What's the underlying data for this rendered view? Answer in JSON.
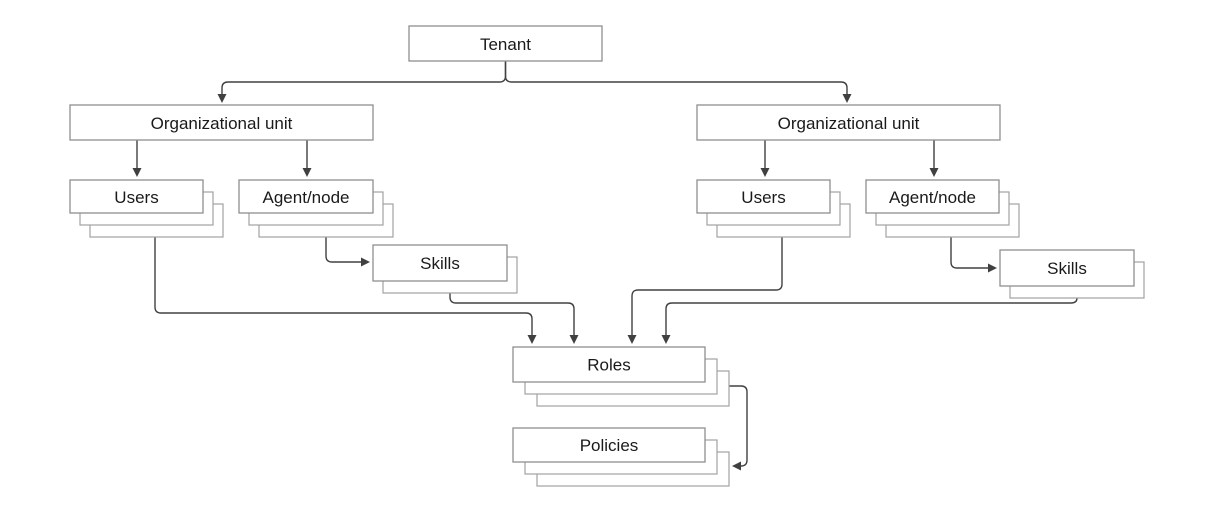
{
  "diagram": {
    "type": "hierarchy-flowchart",
    "colors": {
      "background": "#ffffff",
      "box_fill": "#ffffff",
      "box_border": "#8f8f8f",
      "stack_layer_border": "#a2a2a2",
      "connector": "#404040",
      "text": "#1a1a1a"
    },
    "nodes": {
      "tenant": {
        "label": "Tenant",
        "stacked": false
      },
      "org_unit_left": {
        "label": "Organizational unit",
        "stacked": false
      },
      "org_unit_right": {
        "label": "Organizational unit",
        "stacked": false
      },
      "users_left": {
        "label": "Users",
        "stacked": true
      },
      "agent_node_left": {
        "label": "Agent/node",
        "stacked": true
      },
      "skills_left": {
        "label": "Skills",
        "stacked": true
      },
      "users_right": {
        "label": "Users",
        "stacked": true
      },
      "agent_node_right": {
        "label": "Agent/node",
        "stacked": true
      },
      "skills_right": {
        "label": "Skills",
        "stacked": true
      },
      "roles": {
        "label": "Roles",
        "stacked": true
      },
      "policies": {
        "label": "Policies",
        "stacked": true
      }
    },
    "edges": [
      {
        "from": "tenant",
        "to": "org_unit_left"
      },
      {
        "from": "tenant",
        "to": "org_unit_right"
      },
      {
        "from": "org_unit_left",
        "to": "users_left"
      },
      {
        "from": "org_unit_left",
        "to": "agent_node_left"
      },
      {
        "from": "org_unit_right",
        "to": "users_right"
      },
      {
        "from": "org_unit_right",
        "to": "agent_node_right"
      },
      {
        "from": "agent_node_left",
        "to": "skills_left"
      },
      {
        "from": "agent_node_right",
        "to": "skills_right"
      },
      {
        "from": "users_left",
        "to": "roles"
      },
      {
        "from": "skills_left",
        "to": "roles"
      },
      {
        "from": "users_right",
        "to": "roles"
      },
      {
        "from": "skills_right",
        "to": "roles"
      },
      {
        "from": "roles",
        "to": "policies"
      }
    ]
  }
}
